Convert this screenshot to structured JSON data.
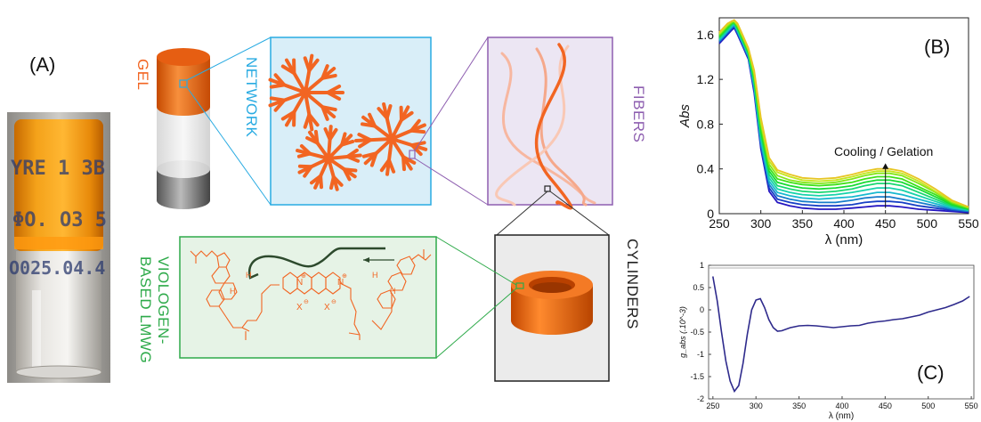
{
  "panel_labels": {
    "a": "(A)",
    "b": "(B)",
    "c": "(C)"
  },
  "photo": {
    "lines": [
      "YRE 1 3B",
      "ΦO. O3 5",
      "O025.04.4"
    ]
  },
  "diagram": {
    "gel_label": "GEL",
    "network_label": "NETWORK",
    "fibers_label": "FIBERS",
    "cylinders_label": "CYLINDERS",
    "lmwg_label_line1": "VIOLOGEN-",
    "lmwg_label_line2": "BASED LMWG",
    "counterion": "X",
    "minus": "⊖",
    "plus": "⊕",
    "nitrogen": "N",
    "H": "H"
  },
  "colors": {
    "orange": "#f26522",
    "blue": "#29abe2",
    "purple": "#8e5fb0",
    "green": "#2eaa4a",
    "dark": "#222222"
  },
  "chart_data": [
    {
      "type": "line",
      "panel": "B",
      "ylabel": "Abs",
      "xlabel": "λ (nm)",
      "xlim": [
        250,
        550
      ],
      "ylim": [
        0,
        1.75
      ],
      "xticks": [
        250,
        300,
        350,
        400,
        450,
        500,
        550
      ],
      "yticks": [
        0,
        0.4,
        0.8,
        1.2,
        1.6
      ],
      "ytick_labels": [
        "0",
        "0.4",
        "0.8",
        "1.2",
        "1.6"
      ],
      "annotation": "Cooling / Gelation",
      "series_count": 11,
      "x": [
        250,
        255,
        260,
        265,
        268,
        272,
        278,
        285,
        292,
        300,
        310,
        320,
        335,
        350,
        370,
        390,
        410,
        425,
        440,
        455,
        470,
        490,
        510,
        530,
        550
      ],
      "series": [
        {
          "values": [
            1.52,
            1.56,
            1.6,
            1.64,
            1.66,
            1.6,
            1.5,
            1.38,
            1.08,
            0.58,
            0.2,
            0.1,
            0.07,
            0.05,
            0.04,
            0.04,
            0.05,
            0.06,
            0.07,
            0.07,
            0.06,
            0.04,
            0.03,
            0.02,
            0.01
          ]
        },
        {
          "values": [
            1.53,
            1.57,
            1.61,
            1.65,
            1.67,
            1.61,
            1.51,
            1.39,
            1.1,
            0.6,
            0.23,
            0.13,
            0.1,
            0.08,
            0.07,
            0.07,
            0.08,
            0.1,
            0.11,
            0.11,
            0.1,
            0.07,
            0.05,
            0.03,
            0.02
          ]
        },
        {
          "values": [
            1.54,
            1.58,
            1.62,
            1.66,
            1.68,
            1.62,
            1.52,
            1.4,
            1.12,
            0.62,
            0.26,
            0.16,
            0.13,
            0.11,
            0.1,
            0.1,
            0.12,
            0.14,
            0.15,
            0.15,
            0.13,
            0.1,
            0.07,
            0.04,
            0.02
          ]
        },
        {
          "values": [
            1.55,
            1.59,
            1.63,
            1.67,
            1.69,
            1.63,
            1.53,
            1.41,
            1.14,
            0.65,
            0.29,
            0.19,
            0.16,
            0.14,
            0.13,
            0.14,
            0.15,
            0.17,
            0.19,
            0.19,
            0.17,
            0.13,
            0.09,
            0.05,
            0.03
          ]
        },
        {
          "values": [
            1.56,
            1.6,
            1.64,
            1.68,
            1.7,
            1.64,
            1.54,
            1.42,
            1.16,
            0.68,
            0.32,
            0.22,
            0.19,
            0.17,
            0.16,
            0.17,
            0.19,
            0.21,
            0.23,
            0.23,
            0.21,
            0.16,
            0.11,
            0.06,
            0.03
          ]
        },
        {
          "values": [
            1.57,
            1.61,
            1.65,
            1.69,
            1.7,
            1.65,
            1.55,
            1.43,
            1.18,
            0.71,
            0.35,
            0.25,
            0.22,
            0.2,
            0.19,
            0.2,
            0.22,
            0.25,
            0.27,
            0.27,
            0.25,
            0.19,
            0.13,
            0.07,
            0.04
          ]
        },
        {
          "values": [
            1.58,
            1.62,
            1.66,
            1.7,
            1.71,
            1.66,
            1.56,
            1.44,
            1.2,
            0.74,
            0.38,
            0.28,
            0.25,
            0.23,
            0.22,
            0.23,
            0.25,
            0.28,
            0.3,
            0.3,
            0.28,
            0.22,
            0.15,
            0.08,
            0.04
          ]
        },
        {
          "values": [
            1.59,
            1.63,
            1.67,
            1.7,
            1.71,
            1.67,
            1.57,
            1.45,
            1.22,
            0.77,
            0.41,
            0.31,
            0.28,
            0.26,
            0.25,
            0.26,
            0.28,
            0.31,
            0.33,
            0.33,
            0.31,
            0.24,
            0.17,
            0.09,
            0.05
          ]
        },
        {
          "values": [
            1.6,
            1.64,
            1.68,
            1.71,
            1.72,
            1.68,
            1.58,
            1.46,
            1.24,
            0.8,
            0.44,
            0.34,
            0.3,
            0.28,
            0.27,
            0.28,
            0.31,
            0.34,
            0.36,
            0.36,
            0.34,
            0.27,
            0.19,
            0.1,
            0.05
          ]
        },
        {
          "values": [
            1.61,
            1.65,
            1.69,
            1.72,
            1.72,
            1.69,
            1.59,
            1.47,
            1.26,
            0.83,
            0.47,
            0.37,
            0.33,
            0.3,
            0.29,
            0.3,
            0.33,
            0.36,
            0.38,
            0.38,
            0.36,
            0.29,
            0.2,
            0.11,
            0.06
          ]
        },
        {
          "values": [
            1.62,
            1.66,
            1.7,
            1.72,
            1.73,
            1.7,
            1.6,
            1.48,
            1.28,
            0.86,
            0.5,
            0.39,
            0.35,
            0.32,
            0.31,
            0.32,
            0.35,
            0.38,
            0.4,
            0.4,
            0.38,
            0.31,
            0.22,
            0.12,
            0.06
          ]
        }
      ]
    },
    {
      "type": "line",
      "panel": "C",
      "ylabel": "g_abs (.10^-3)",
      "xlabel": "λ (nm)",
      "xlim": [
        245,
        553
      ],
      "ylim": [
        -2,
        1
      ],
      "xticks": [
        250,
        300,
        350,
        400,
        450,
        500,
        550
      ],
      "yticks": [
        1,
        0.5,
        0,
        -0.5,
        -1,
        -1.5,
        -2
      ],
      "ytick_labels": [
        "1",
        "0.5",
        "0",
        "-0.5",
        "-1",
        "-1.5",
        "-2"
      ],
      "x": [
        250,
        255,
        260,
        265,
        270,
        275,
        280,
        285,
        290,
        295,
        300,
        305,
        310,
        315,
        320,
        325,
        330,
        340,
        350,
        360,
        370,
        380,
        390,
        400,
        410,
        420,
        430,
        440,
        450,
        460,
        470,
        480,
        490,
        500,
        510,
        520,
        530,
        540,
        548
      ],
      "values": [
        0.75,
        0.2,
        -0.5,
        -1.15,
        -1.6,
        -1.83,
        -1.7,
        -1.2,
        -0.55,
        0.0,
        0.22,
        0.25,
        0.05,
        -0.22,
        -0.4,
        -0.48,
        -0.47,
        -0.4,
        -0.36,
        -0.35,
        -0.36,
        -0.38,
        -0.4,
        -0.38,
        -0.36,
        -0.35,
        -0.3,
        -0.27,
        -0.25,
        -0.22,
        -0.2,
        -0.16,
        -0.12,
        -0.05,
        0.0,
        0.05,
        0.12,
        0.2,
        0.3
      ]
    }
  ]
}
